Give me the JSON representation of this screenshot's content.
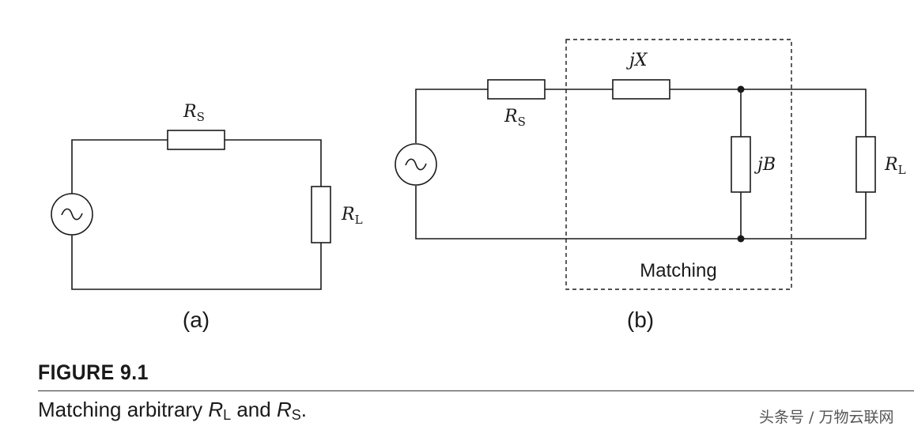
{
  "diagram_a": {
    "rs_label": {
      "main": "R",
      "sub": "S"
    },
    "rl_label": {
      "main": "R",
      "sub": "L"
    },
    "source_symbol": "~",
    "panel_label": "(a)"
  },
  "diagram_b": {
    "rs_label": {
      "main": "R",
      "sub": "S"
    },
    "jx_label": "jX",
    "jb_label": "jB",
    "rl_label": {
      "main": "R",
      "sub": "L"
    },
    "source_symbol": "~",
    "matching_label": "Matching",
    "panel_label": "(b)"
  },
  "figure_number": "FIGURE 9.1",
  "caption": {
    "prefix": "Matching arbitrary ",
    "rl_main": "R",
    "rl_sub": "L",
    "middle": " and ",
    "rs_main": "R",
    "rs_sub": "S",
    "suffix": "."
  },
  "watermark": "头条号 / 万物云联网"
}
